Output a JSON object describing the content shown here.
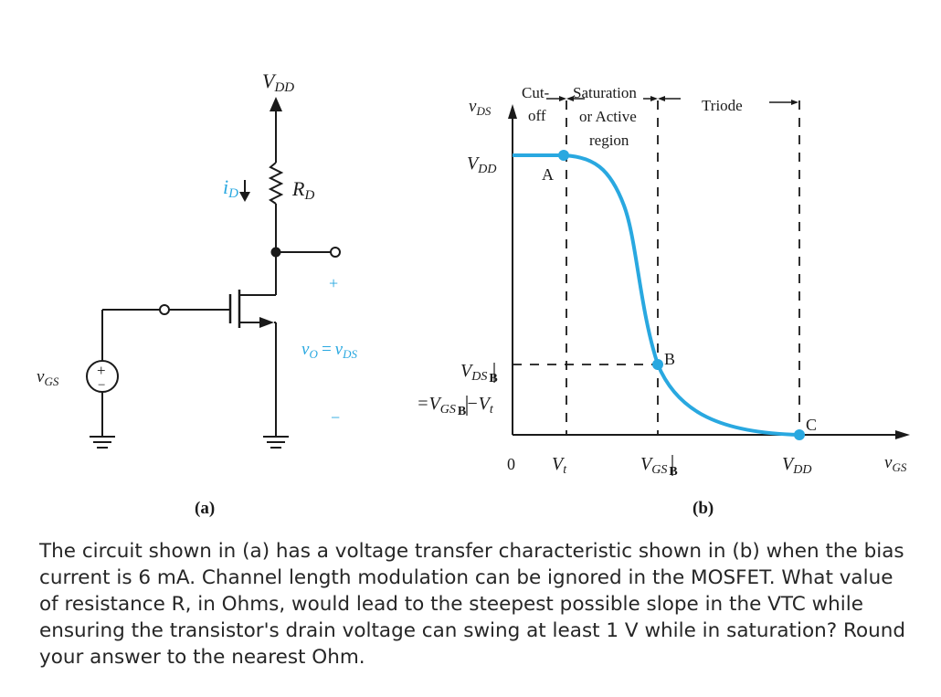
{
  "circuit": {
    "vdd_label": "V",
    "vdd_sub": "DD",
    "id_label": "i",
    "id_sub": "D",
    "rd_label": "R",
    "rd_sub": "D",
    "plus_sign": "+",
    "minus_sign": "−",
    "vo_label": "v",
    "vo_sub": "O",
    "vo_eq": "=",
    "vds_label": "v",
    "vds_sub": "DS",
    "vgs_label": "v",
    "vgs_sub": "GS",
    "source_plus": "+",
    "source_minus": "−",
    "caption": "(a)"
  },
  "vtc": {
    "y_axis_label": "v",
    "y_axis_sub": "DS",
    "x_axis_label": "v",
    "x_axis_sub": "GS",
    "region_cutoff_1": "Cut-",
    "region_cutoff_2": "off",
    "region_sat_1": "Saturation",
    "region_sat_2": "or Active",
    "region_sat_3": "region",
    "region_triode": "Triode",
    "ytick_vdd": "V",
    "ytick_vdd_sub": "DD",
    "ytick_vdsb_v": "V",
    "ytick_vdsb_sub": "DS",
    "ytick_vdsb_b": "B",
    "ytick_eq": "=V",
    "ytick_eq_sub": "GS",
    "ytick_eq_b": "B",
    "ytick_eq_tail": "−V",
    "ytick_eq_t": "t",
    "xtick_zero": "0",
    "xtick_vt": "V",
    "xtick_vt_sub": "t",
    "xtick_vgsb": "V",
    "xtick_vgsb_sub": "GS",
    "xtick_vgsb_b": "B",
    "xtick_vdd": "V",
    "xtick_vdd_sub": "DD",
    "point_a": "A",
    "point_b": "B",
    "point_c": "C",
    "caption": "(b)",
    "curve_color": "#29a8e0"
  },
  "question": {
    "text": "The circuit shown in (a) has a voltage transfer characteristic shown in (b) when the bias current is 6 mA. Channel length modulation can be ignored in the MOSFET. What value of resistance R, in Ohms, would lead to the steepest possible slope in the VTC while ensuring the transistor's drain voltage can swing at least 1 V while in saturation? Round your answer to the nearest Ohm."
  }
}
